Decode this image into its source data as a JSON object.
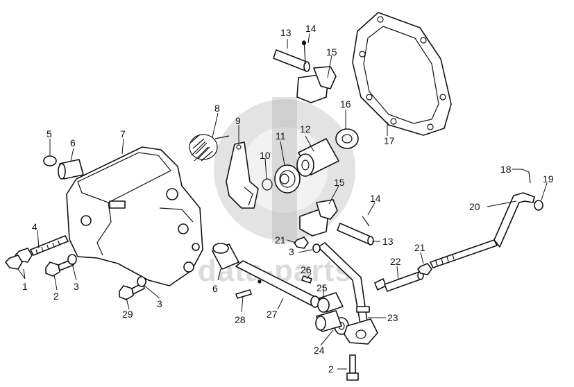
{
  "diagram": {
    "watermark": "data-parts",
    "callouts": [
      {
        "id": "c13a",
        "text": "13"
      },
      {
        "id": "c14a",
        "text": "14"
      },
      {
        "id": "c15a",
        "text": "15"
      },
      {
        "id": "c16",
        "text": "16"
      },
      {
        "id": "c17",
        "text": "17"
      },
      {
        "id": "c8",
        "text": "8"
      },
      {
        "id": "c9",
        "text": "9"
      },
      {
        "id": "c10",
        "text": "10"
      },
      {
        "id": "c11",
        "text": "11"
      },
      {
        "id": "c12",
        "text": "12"
      },
      {
        "id": "c5",
        "text": "5"
      },
      {
        "id": "c6a",
        "text": "6"
      },
      {
        "id": "c7",
        "text": "7"
      },
      {
        "id": "c18",
        "text": "18"
      },
      {
        "id": "c19",
        "text": "19"
      },
      {
        "id": "c20",
        "text": "20"
      },
      {
        "id": "c15b",
        "text": "15"
      },
      {
        "id": "c14b",
        "text": "14"
      },
      {
        "id": "c13b",
        "text": "13"
      },
      {
        "id": "c4",
        "text": "4"
      },
      {
        "id": "c21a",
        "text": "21"
      },
      {
        "id": "c3a",
        "text": "3"
      },
      {
        "id": "c21b",
        "text": "21"
      },
      {
        "id": "c22",
        "text": "22"
      },
      {
        "id": "c1",
        "text": "1"
      },
      {
        "id": "c2a",
        "text": "2"
      },
      {
        "id": "c3b",
        "text": "3"
      },
      {
        "id": "c26",
        "text": "26"
      },
      {
        "id": "c6b",
        "text": "6"
      },
      {
        "id": "c25",
        "text": "25"
      },
      {
        "id": "c3c",
        "text": "3"
      },
      {
        "id": "c29",
        "text": "29"
      },
      {
        "id": "c28",
        "text": "28"
      },
      {
        "id": "c27",
        "text": "27"
      },
      {
        "id": "c23",
        "text": "23"
      },
      {
        "id": "c24",
        "text": "24"
      },
      {
        "id": "c2b",
        "text": "2"
      }
    ]
  }
}
